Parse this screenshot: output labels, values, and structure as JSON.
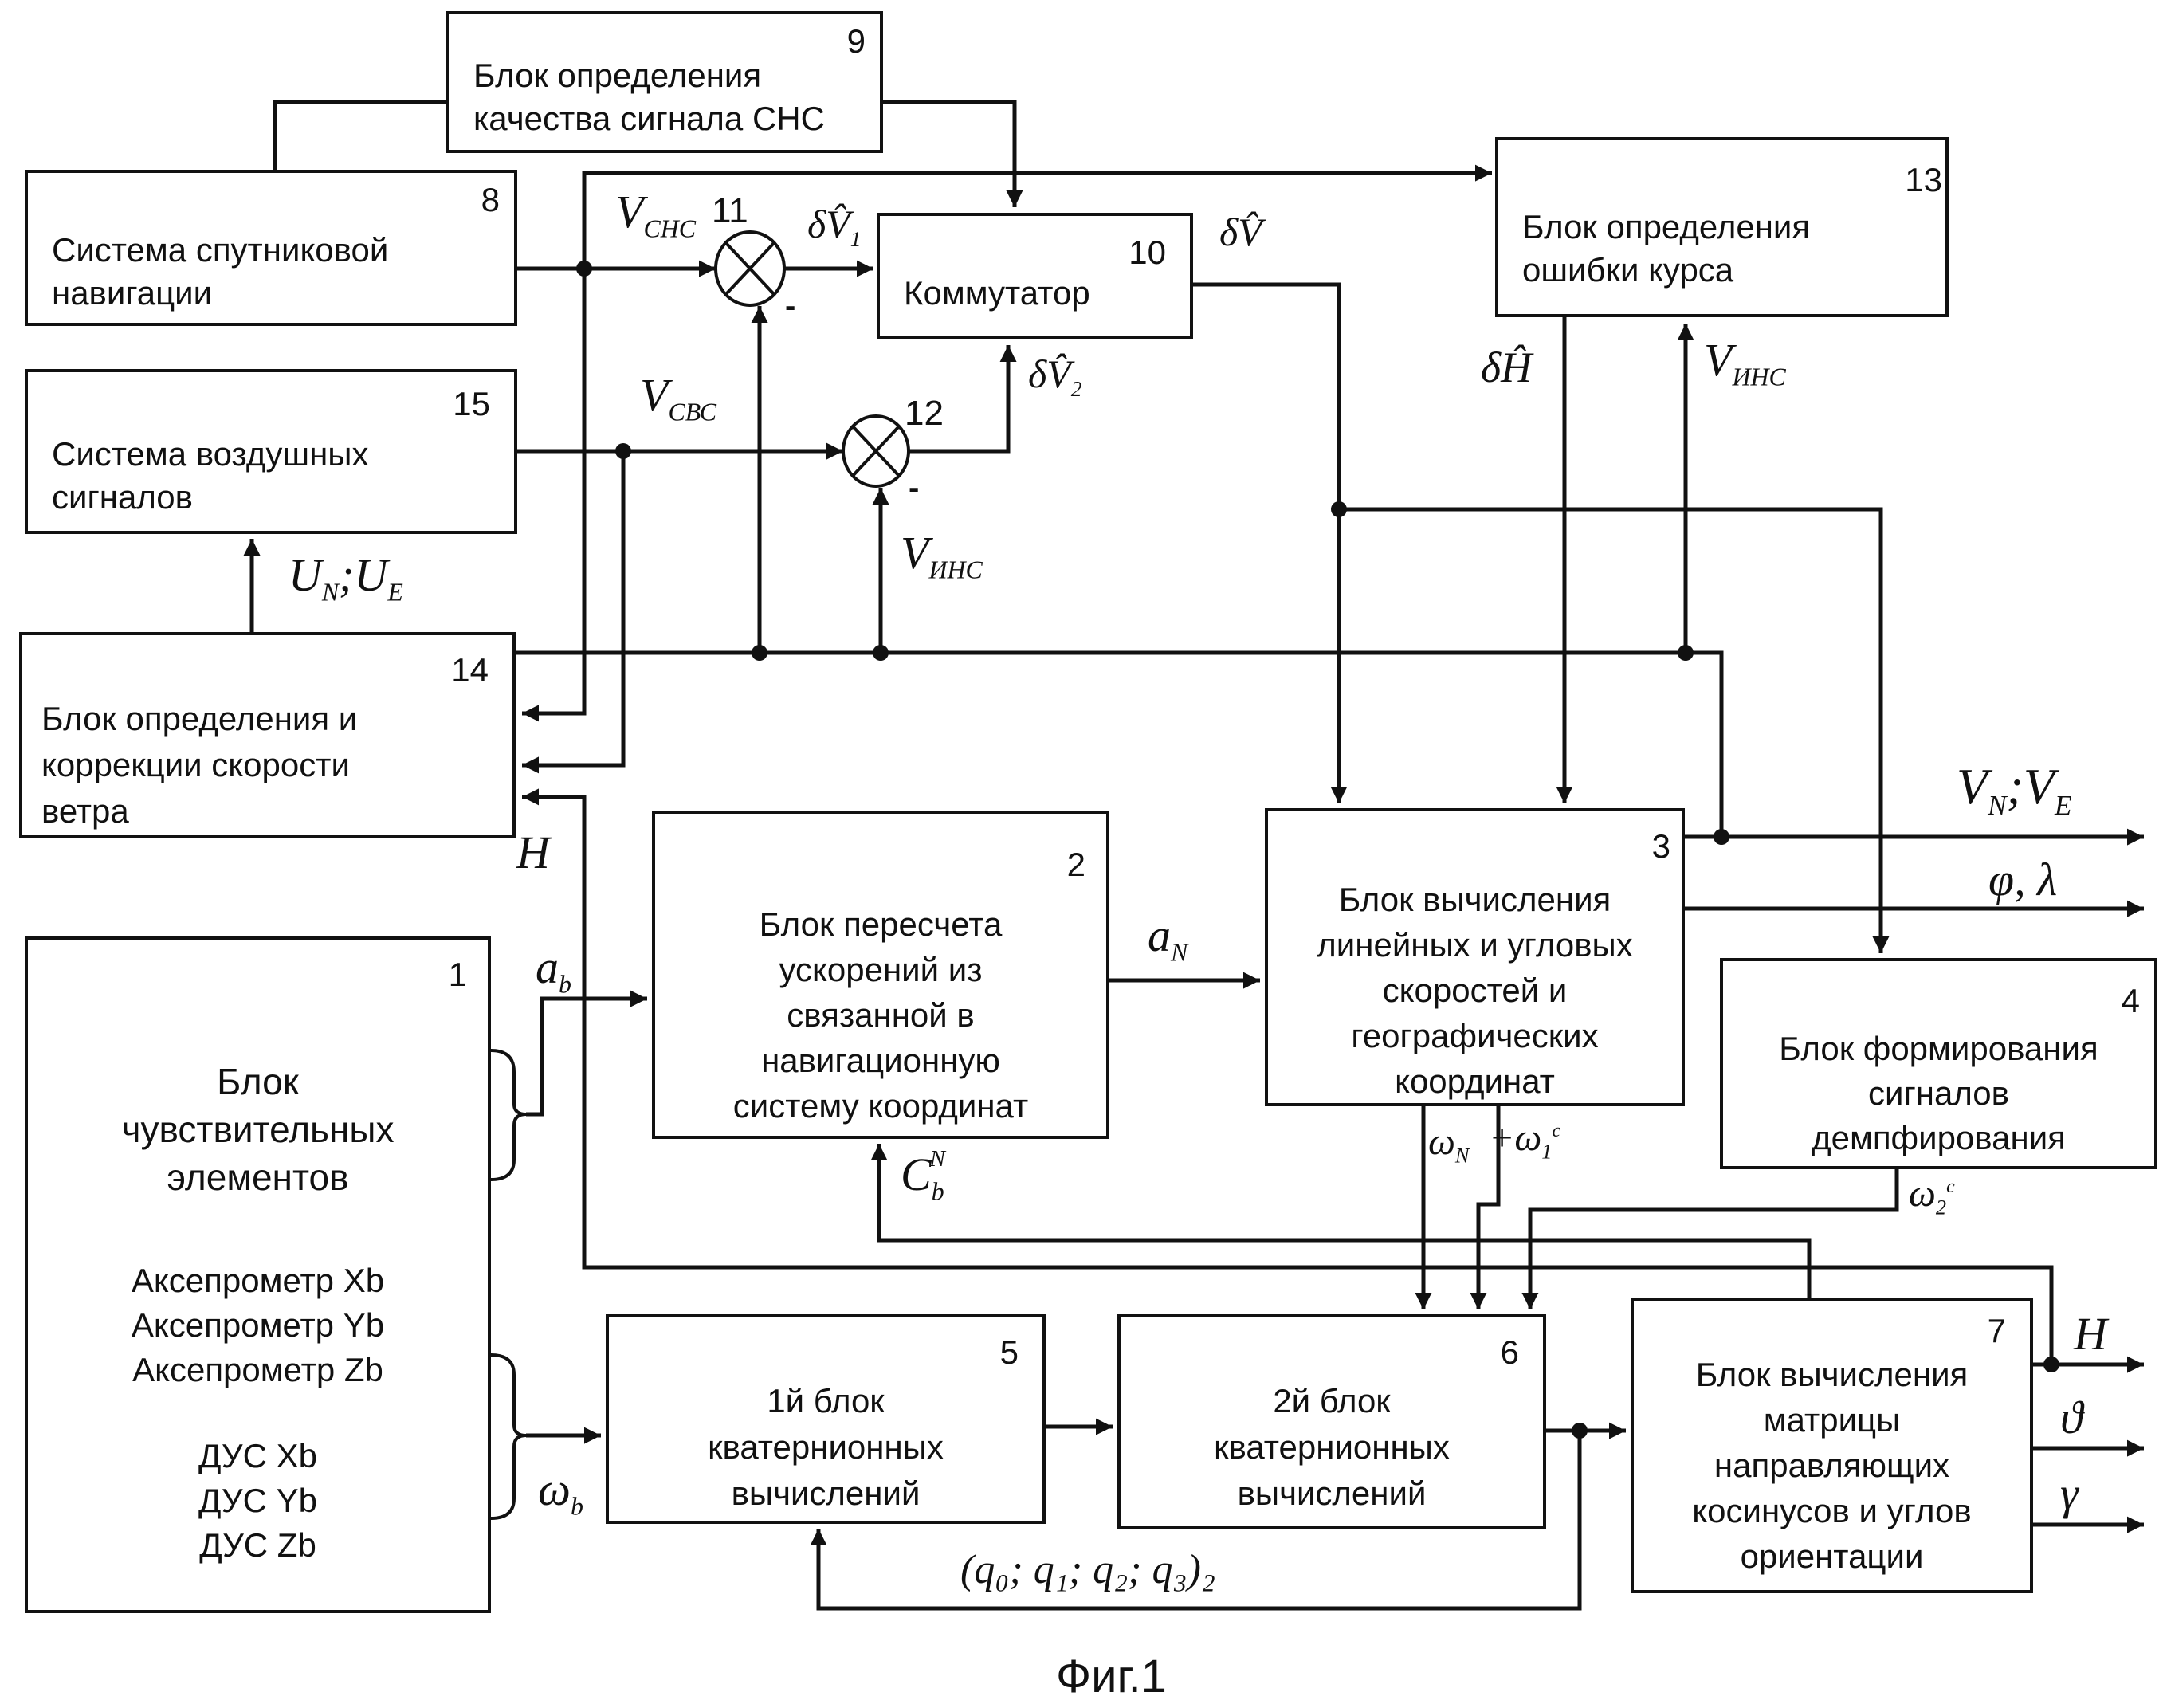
{
  "figure": {
    "caption": "Фиг.1",
    "stroke_color": "#111111",
    "background_color": "#ffffff"
  },
  "blocks": {
    "b1": {
      "number": "1",
      "title_lines": [
        "Блок",
        "чувствительных",
        "элементов"
      ],
      "sensor_lines": [
        "Аксепрометр Xb",
        "Аксепрометр Yb",
        "Аксепрометр Zb"
      ],
      "gyro_lines": [
        "ДУС Xb",
        "ДУС Yb",
        "ДУС Zb"
      ]
    },
    "b2": {
      "number": "2",
      "lines": [
        "Блок пересчета",
        "ускорений из",
        "связанной в",
        "навигационную",
        "систему координат"
      ]
    },
    "b3": {
      "number": "3",
      "lines": [
        "Блок вычисления",
        "линейных и угловых",
        "скоростей и",
        "географических",
        "координат"
      ]
    },
    "b4": {
      "number": "4",
      "lines": [
        "Блок формирования",
        "сигналов",
        "демпфирования"
      ]
    },
    "b5": {
      "number": "5",
      "lines": [
        "1й блок",
        "кватернионных",
        "вычислений"
      ]
    },
    "b6": {
      "number": "6",
      "lines": [
        "2й блок",
        "кватернионных",
        "вычислений"
      ]
    },
    "b7": {
      "number": "7",
      "lines": [
        "Блок вычисления",
        "матрицы",
        "направляющих",
        "косинусов и углов",
        "ориентации"
      ]
    },
    "b8": {
      "number": "8",
      "lines": [
        "Система спутниковой",
        "навигации"
      ]
    },
    "b9": {
      "number": "9",
      "lines": [
        "Блок определения",
        "качества сигнала СНС"
      ]
    },
    "b10": {
      "number": "10",
      "lines": [
        "Коммутатор"
      ]
    },
    "b13": {
      "number": "13",
      "lines": [
        "Блок определения",
        "ошибки курса"
      ]
    },
    "b14": {
      "number": "14",
      "lines": [
        "Блок определения и",
        "коррекции скорости",
        "ветра"
      ]
    },
    "b15": {
      "number": "15",
      "lines": [
        "Система воздушных",
        "сигналов"
      ]
    }
  },
  "summators": {
    "s11": {
      "number": "11",
      "minus": "-"
    },
    "s12": {
      "number": "12",
      "minus": "-"
    }
  },
  "signals": {
    "v_snc": {
      "base": "V",
      "sub": "СНС"
    },
    "v_svc": {
      "base": "V",
      "sub": "СВС"
    },
    "v_ins_a": {
      "base": "V",
      "sub": "ИНС"
    },
    "v_ins_b": {
      "base": "V",
      "sub": "ИНС"
    },
    "dv1": {
      "base": "δV̂",
      "sub": "1"
    },
    "dv2": {
      "base": "δV̂",
      "sub": "2"
    },
    "dv": {
      "base": "δV̂",
      "sub": ""
    },
    "dh": {
      "base": "δĤ",
      "sub": ""
    },
    "un_ue": {
      "a": "U",
      "a_sub": "N",
      "sep": ";",
      "b": "U",
      "b_sub": "E"
    },
    "h_in": {
      "base": "H"
    },
    "h_out": {
      "base": "H"
    },
    "a_b": {
      "base": "a",
      "sub": "b"
    },
    "a_n": {
      "base": "a",
      "sub": "N"
    },
    "omega_b": {
      "base": "ω",
      "sub": "b"
    },
    "c_bn": {
      "base": "C",
      "sub": "b",
      "sup": "N"
    },
    "omega_n": {
      "base": "ω",
      "sub": "N"
    },
    "omega1": {
      "prefix": "+",
      "base": "ω",
      "sub": "1",
      "sup": "c"
    },
    "omega2": {
      "base": "ω",
      "sub": "2",
      "sup": "c"
    },
    "vn_ve": {
      "a": "V",
      "a_sub": "N",
      "sep": ";",
      "b": "V",
      "b_sub": "E"
    },
    "phi_lambda": {
      "text": "φ, λ"
    },
    "theta": {
      "text": "ϑ"
    },
    "gamma": {
      "text": "γ"
    },
    "quat": {
      "text": "(q₀; q₁; q₂; q₃)₂"
    }
  }
}
